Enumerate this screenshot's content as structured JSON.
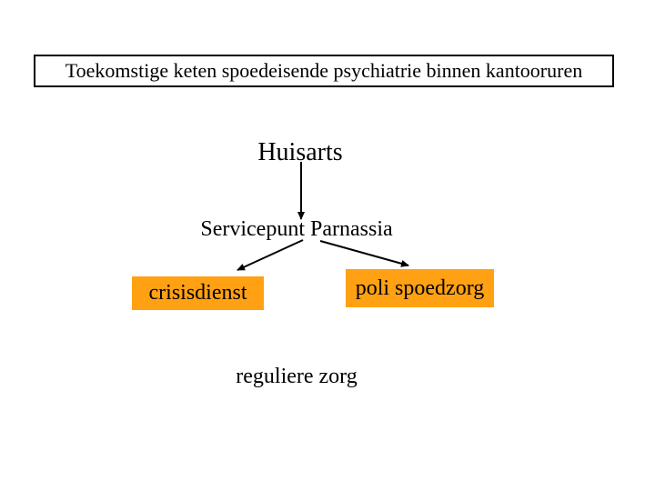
{
  "slide": {
    "title": "Toekomstige keten spoedeisende psychiatrie binnen kantooruren",
    "nodes": {
      "huisarts": {
        "label": "Huisarts",
        "highlighted": false
      },
      "servicepunt": {
        "label": "Servicepunt Parnassia",
        "highlighted": false
      },
      "crisisdienst": {
        "label": "crisisdienst",
        "highlighted": true
      },
      "poli_spoedzorg": {
        "label": "poli spoedzorg",
        "highlighted": true
      },
      "reguliere_zorg": {
        "label": "reguliere zorg",
        "highlighted": false
      }
    },
    "arrows": [
      {
        "name": "huisarts-to-servicepunt",
        "from": "Huisarts",
        "to": "Servicepunt Parnassia",
        "direction": "down"
      },
      {
        "name": "servicepunt-to-crisisdienst",
        "from": "Servicepunt Parnassia",
        "to": "crisisdienst",
        "direction": "down-left"
      },
      {
        "name": "servicepunt-to-poli-spoedzorg",
        "from": "Servicepunt Parnassia",
        "to": "poli spoedzorg",
        "direction": "down-right"
      }
    ],
    "colors": {
      "background": "#FFFFFF",
      "text": "#000000",
      "title_border": "#000000",
      "highlight_fill": "#FFA113"
    }
  }
}
